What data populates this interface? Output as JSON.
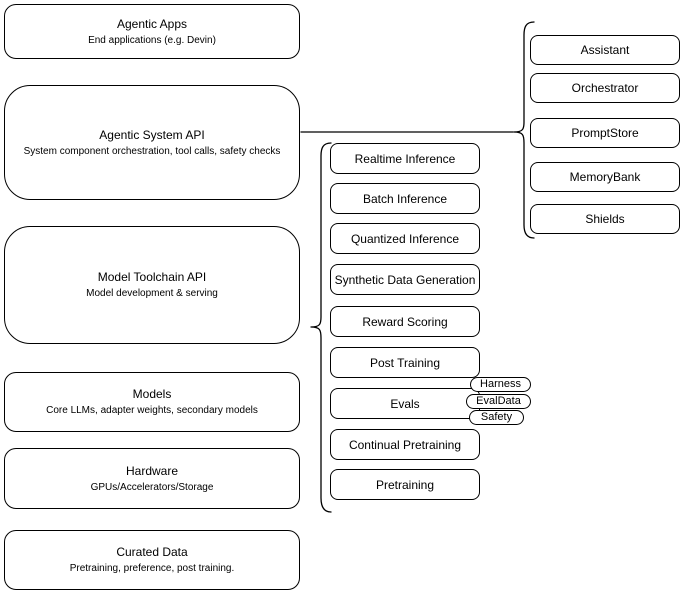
{
  "diagram": {
    "stack": [
      {
        "title": "Agentic Apps",
        "subtitle": "End applications (e.g. Devin)"
      },
      {
        "title": "Agentic System API",
        "subtitle": "System component orchestration, tool calls, safety checks"
      },
      {
        "title": "Model Toolchain API",
        "subtitle": "Model development & serving"
      },
      {
        "title": "Models",
        "subtitle": "Core LLMs, adapter weights, secondary models"
      },
      {
        "title": "Hardware",
        "subtitle": "GPUs/Accelerators/Storage"
      },
      {
        "title": "Curated Data",
        "subtitle": "Pretraining, preference, post training."
      }
    ],
    "toolchain": {
      "items": [
        "Realtime Inference",
        "Batch Inference",
        "Quantized Inference",
        "Synthetic Data Generation",
        "Reward Scoring",
        "Post Training",
        "Evals",
        "Continual Pretraining",
        "Pretraining"
      ]
    },
    "eval_tags": {
      "items": [
        "Harness",
        "EvalData",
        "Safety"
      ]
    },
    "components": {
      "items": [
        "Assistant",
        "Orchestrator",
        "PromptStore",
        "MemoryBank",
        "Shields"
      ]
    },
    "colors": {
      "stroke": "#000000",
      "node_fill": "#ffffff",
      "background": "#ffffff"
    }
  }
}
